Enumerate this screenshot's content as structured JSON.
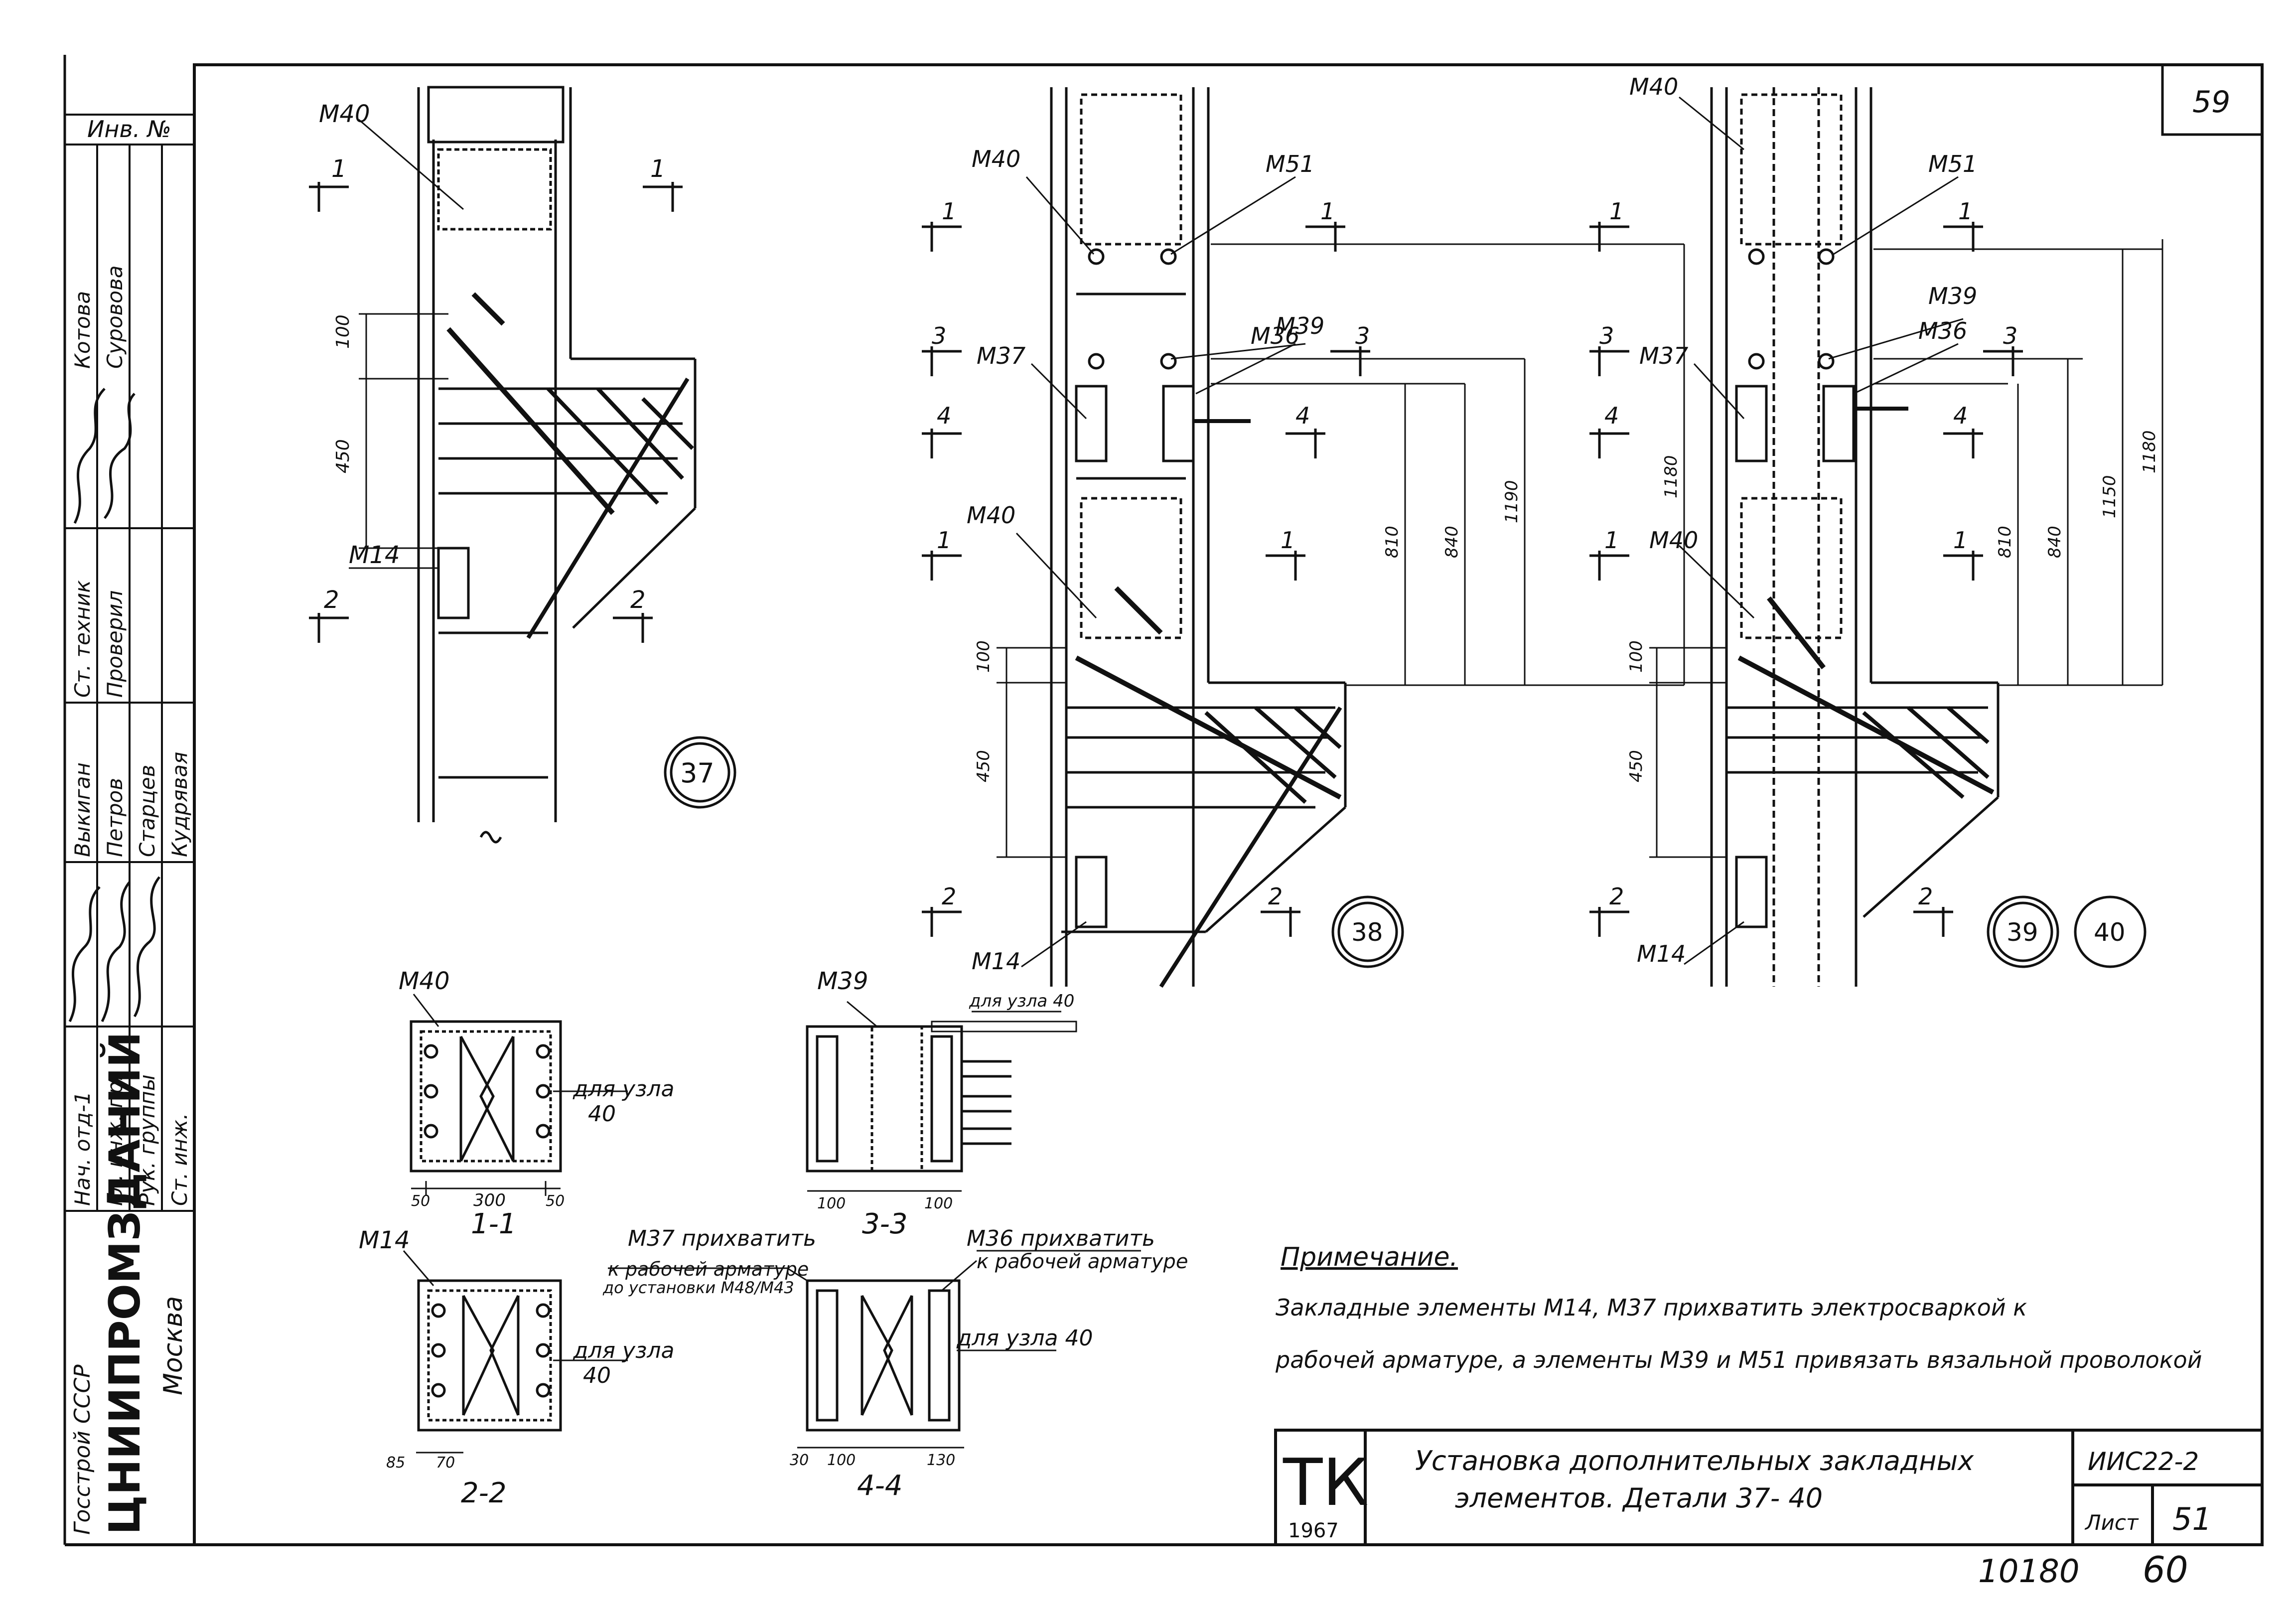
{
  "sheet": {
    "page_no": "59",
    "footer_numbers": [
      "10180",
      "60"
    ]
  },
  "title_block": {
    "logo_line1": "ТК",
    "logo_line2": "1967",
    "title_line1": "Установка дополнительных закладных",
    "title_line2": "элементов.   Детали 37- 40",
    "series_code": "ИИС22-2",
    "sheet_label": "Лист",
    "sheet_number": "51"
  },
  "left_stamp": {
    "inv_label": "Инв. №",
    "org_top": "Госстрой СССР",
    "org_name": "ЦНИИПРОМЗДАНИЙ",
    "city": "Москва",
    "roles": [
      "Нач. отд-1",
      "Гл. инж. пр.",
      "Рук. группы",
      "Ст. инж.",
      "Выкиган",
      "Петров",
      "Старцев",
      "Кудрявая",
      "Ст. техник",
      "Проверил",
      "Котова",
      "Суровова"
    ]
  },
  "note": {
    "heading": "Примечание.",
    "line1": "Закладные элементы М14, М37 прихватить электросваркой к",
    "line2": "рабочей арматуре, а элементы М39 и М51 привязать вязальной проволокой"
  },
  "nodes": [
    "37",
    "38",
    "39",
    "40"
  ],
  "detail_37": {
    "labels": [
      "М40",
      "М14"
    ],
    "dims": [
      "100",
      "450"
    ],
    "cuts": [
      "1",
      "1",
      "2",
      "2"
    ]
  },
  "detail_38": {
    "labels": [
      "М40",
      "М51",
      "М39",
      "М37",
      "М36",
      "М40",
      "М14"
    ],
    "dims": [
      "100",
      "450",
      "810",
      "840",
      "1190",
      "1180"
    ],
    "cuts": [
      "1",
      "1",
      "3",
      "3",
      "4",
      "4",
      "1",
      "1",
      "2",
      "2"
    ]
  },
  "detail_39": {
    "labels": [
      "М40",
      "М51",
      "М39",
      "М37",
      "М36",
      "М40",
      "М14"
    ],
    "dims": [
      "100",
      "450",
      "810",
      "840",
      "1150",
      "1180"
    ],
    "cuts": [
      "1",
      "1",
      "3",
      "3",
      "4",
      "4",
      "1",
      "1",
      "2",
      "2"
    ]
  },
  "sections": {
    "s11": {
      "label": "1-1",
      "mark": "М40",
      "note1": "для узла",
      "note2": "40",
      "dims": [
        "50",
        "300",
        "50"
      ]
    },
    "s22": {
      "label": "2-2",
      "mark": "М14",
      "note1": "для узла",
      "note2": "40",
      "dims": [
        "85",
        "70"
      ]
    },
    "s33": {
      "label": "3-3",
      "mark": "М39",
      "note1": "для узла 40",
      "dims": [
        "100",
        "100"
      ]
    },
    "s44": {
      "label": "4-4",
      "note1": "для узла 40",
      "dims": [
        "30",
        "100",
        "130"
      ]
    },
    "m37_note1": "М37 прихватить",
    "m37_note2": "к рабочей арматуре",
    "m37_note3": "до установки М48/М43",
    "m36_note1": "М36 прихватить",
    "m36_note2": "к рабочей арматуре"
  }
}
